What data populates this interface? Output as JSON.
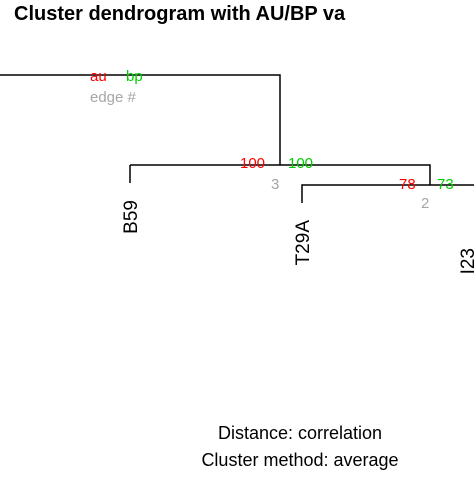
{
  "chart_data": {
    "type": "dendrogram",
    "title": "Cluster dendrogram with AU/BP va",
    "legend": {
      "au": "au",
      "bp": "bp",
      "edge": "edge #"
    },
    "captions": [
      "Distance:  correlation",
      "Cluster method: average"
    ],
    "colors": {
      "au": "#ff0000",
      "bp": "#00cc00",
      "edge": "#a6a6a6",
      "line": "#000000",
      "text": "#000000"
    },
    "leaves": [
      "B59",
      "T29A",
      "I23"
    ],
    "edges": [
      {
        "edge": "3",
        "au": "100",
        "bp": "100"
      },
      {
        "edge": "2",
        "au": "78",
        "bp": "73"
      }
    ]
  }
}
